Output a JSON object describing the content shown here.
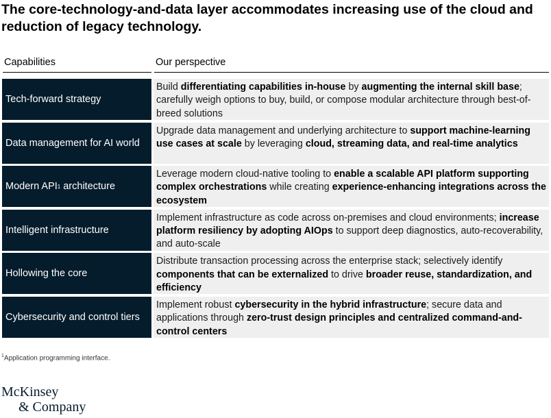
{
  "title": "The core-technology-and-data layer accommodates increasing use of the cloud and reduction of legacy technology.",
  "headers": {
    "capabilities": "Capabilities",
    "perspective": "Our perspective"
  },
  "rows": [
    {
      "capability": "Tech-forward strategy",
      "perspective": [
        {
          "t": "Build ",
          "b": false
        },
        {
          "t": "differentiating capabilities in-house",
          "b": true
        },
        {
          "t": " by ",
          "b": false
        },
        {
          "t": "augmenting the internal skill base",
          "b": true
        },
        {
          "t": "; carefully weigh options to buy, build, or compose modular architecture through best-of-breed solutions",
          "b": false
        }
      ]
    },
    {
      "capability": "Data management for AI world",
      "perspective": [
        {
          "t": "Upgrade data management and underlying architecture to ",
          "b": false
        },
        {
          "t": "support machine-learning use cases at scale",
          "b": true
        },
        {
          "t": " by leveraging ",
          "b": false
        },
        {
          "t": "cloud, streaming data, and real-time analytics",
          "b": true
        }
      ]
    },
    {
      "capability": "Modern API",
      "capability_sup": "1",
      "capability_suffix": " architecture",
      "perspective": [
        {
          "t": "Leverage modern cloud-native tooling to ",
          "b": false
        },
        {
          "t": "enable a scalable API platform supporting complex orchestrations",
          "b": true
        },
        {
          "t": " while creating ",
          "b": false
        },
        {
          "t": "experience-enhancing integrations across the ecosystem",
          "b": true
        }
      ]
    },
    {
      "capability": "Intelligent infrastructure",
      "perspective": [
        {
          "t": "Implement infrastructure as code across on-premises and cloud environments; ",
          "b": false
        },
        {
          "t": "increase platform resiliency by adopting AIOps",
          "b": true
        },
        {
          "t": " to support deep diagnostics, auto-recoverability, and auto-scale",
          "b": false
        }
      ]
    },
    {
      "capability": "Hollowing the core",
      "perspective": [
        {
          "t": "Distribute transaction processing across the enterprise stack; selectively identify ",
          "b": false
        },
        {
          "t": "components that can be externalized",
          "b": true
        },
        {
          "t": " to drive ",
          "b": false
        },
        {
          "t": "broader reuse, standardization, and efficiency",
          "b": true
        }
      ]
    },
    {
      "capability": "Cybersecurity and control tiers",
      "perspective": [
        {
          "t": "Implement robust ",
          "b": false
        },
        {
          "t": "cybersecurity in the hybrid infrastructure",
          "b": true
        },
        {
          "t": "; secure data and applications through ",
          "b": false
        },
        {
          "t": "zero-trust design principles and centralized command-and-control centers",
          "b": true
        }
      ]
    }
  ],
  "footnote": {
    "mark": "1",
    "text": "Application programming interface."
  },
  "logo": {
    "line1": "McKinsey",
    "line2": "& Company"
  }
}
